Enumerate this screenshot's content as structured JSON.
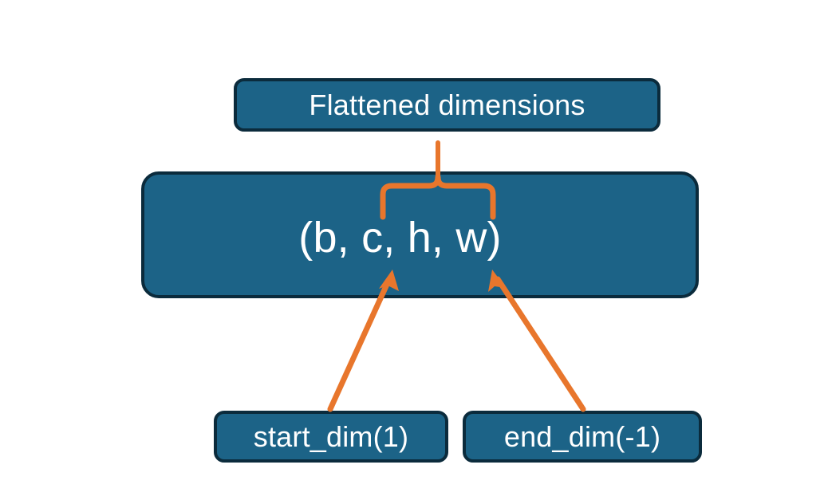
{
  "diagram": {
    "title_box": {
      "label": "Flattened dimensions",
      "name": "flattened-dimensions-box"
    },
    "tensor_box": {
      "label": "(b, c, h, w)",
      "name": "tensor-shape-box"
    },
    "param_boxes": [
      {
        "label": "start_dim(1)",
        "name": "start-dim-box"
      },
      {
        "label": "end_dim(-1)",
        "name": "end-dim-box"
      }
    ],
    "connectors": [
      {
        "name": "brace-connector",
        "from": "tensor-shape-box",
        "to": "flattened-dimensions-box",
        "style": "curly-brace"
      },
      {
        "name": "start-dim-arrow",
        "from": "start-dim-box",
        "to": "tensor-shape-box",
        "style": "arrow"
      },
      {
        "name": "end-dim-arrow",
        "from": "end-dim-box",
        "to": "tensor-shape-box",
        "style": "arrow"
      }
    ],
    "colors": {
      "box_fill": "#1c6387",
      "box_border": "#0b2b3c",
      "box_text": "#ffffff",
      "connector": "#e8762c",
      "background": "#ffffff"
    }
  }
}
